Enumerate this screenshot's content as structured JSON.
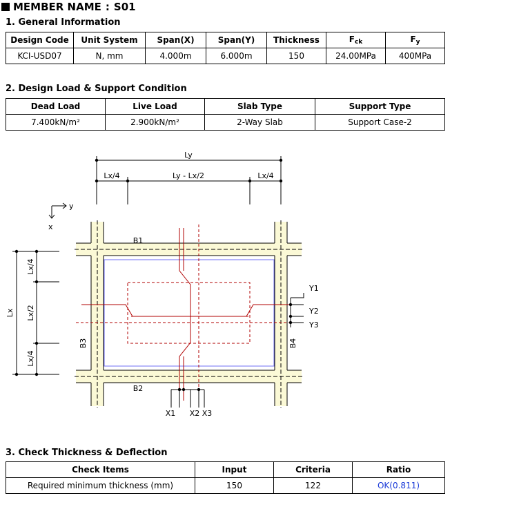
{
  "header": {
    "label": "MEMBER NAME",
    "separator": ":",
    "member": "S01"
  },
  "general": {
    "heading": "1. General Information",
    "columns": {
      "design_code": "Design Code",
      "unit_system": "Unit System",
      "span_x": "Span(X)",
      "span_y": "Span(Y)",
      "thickness": "Thickness",
      "fck_main": "F",
      "fck_sub": "ck",
      "fy_main": "F",
      "fy_sub": "y"
    },
    "row": {
      "design_code": "KCI-USD07",
      "unit_system": "N,  mm",
      "span_x": "4.000m",
      "span_y": "6.000m",
      "thickness": "150",
      "fck": "24.00MPa",
      "fy": "400MPa"
    }
  },
  "load": {
    "heading": "2. Design Load  &  Support Condition",
    "columns": [
      "Dead  Load",
      "Live  Load",
      "Slab  Type",
      "Support  Type"
    ],
    "row": [
      "7.400kN/m²",
      "2.900kN/m²",
      "2-Way  Slab",
      "Support  Case-2"
    ]
  },
  "drawing": {
    "ly": "Ly",
    "lx4_left": "Lx/4",
    "ly_minus": "Ly - Lx/2",
    "lx4_right": "Lx/4",
    "axis_y": "y",
    "axis_x": "x",
    "lx": "Lx",
    "lx4_top": "Lx/4",
    "lx2": "Lx/2",
    "lx4_bottom": "Lx/4",
    "b1": "B1",
    "b2": "B2",
    "b3": "B3",
    "b4": "B4",
    "y1": "Y1",
    "y2": "Y2",
    "y3": "Y3",
    "x1": "X1",
    "x2": "X2",
    "x3": "X3"
  },
  "check": {
    "heading": "3. Check Thickness  &  Deflection",
    "columns": [
      "Check Items",
      "Input",
      "Criteria",
      "Ratio"
    ],
    "row": [
      "Required  minimum  thickness  (mm)",
      "150",
      "122",
      "OK(0.811)"
    ]
  },
  "colors": {
    "beam_fill": "#fbf9d6",
    "rebar": "#b00000",
    "slab_edge": "#6f6ff5",
    "ok_text": "#1a3ad8"
  }
}
